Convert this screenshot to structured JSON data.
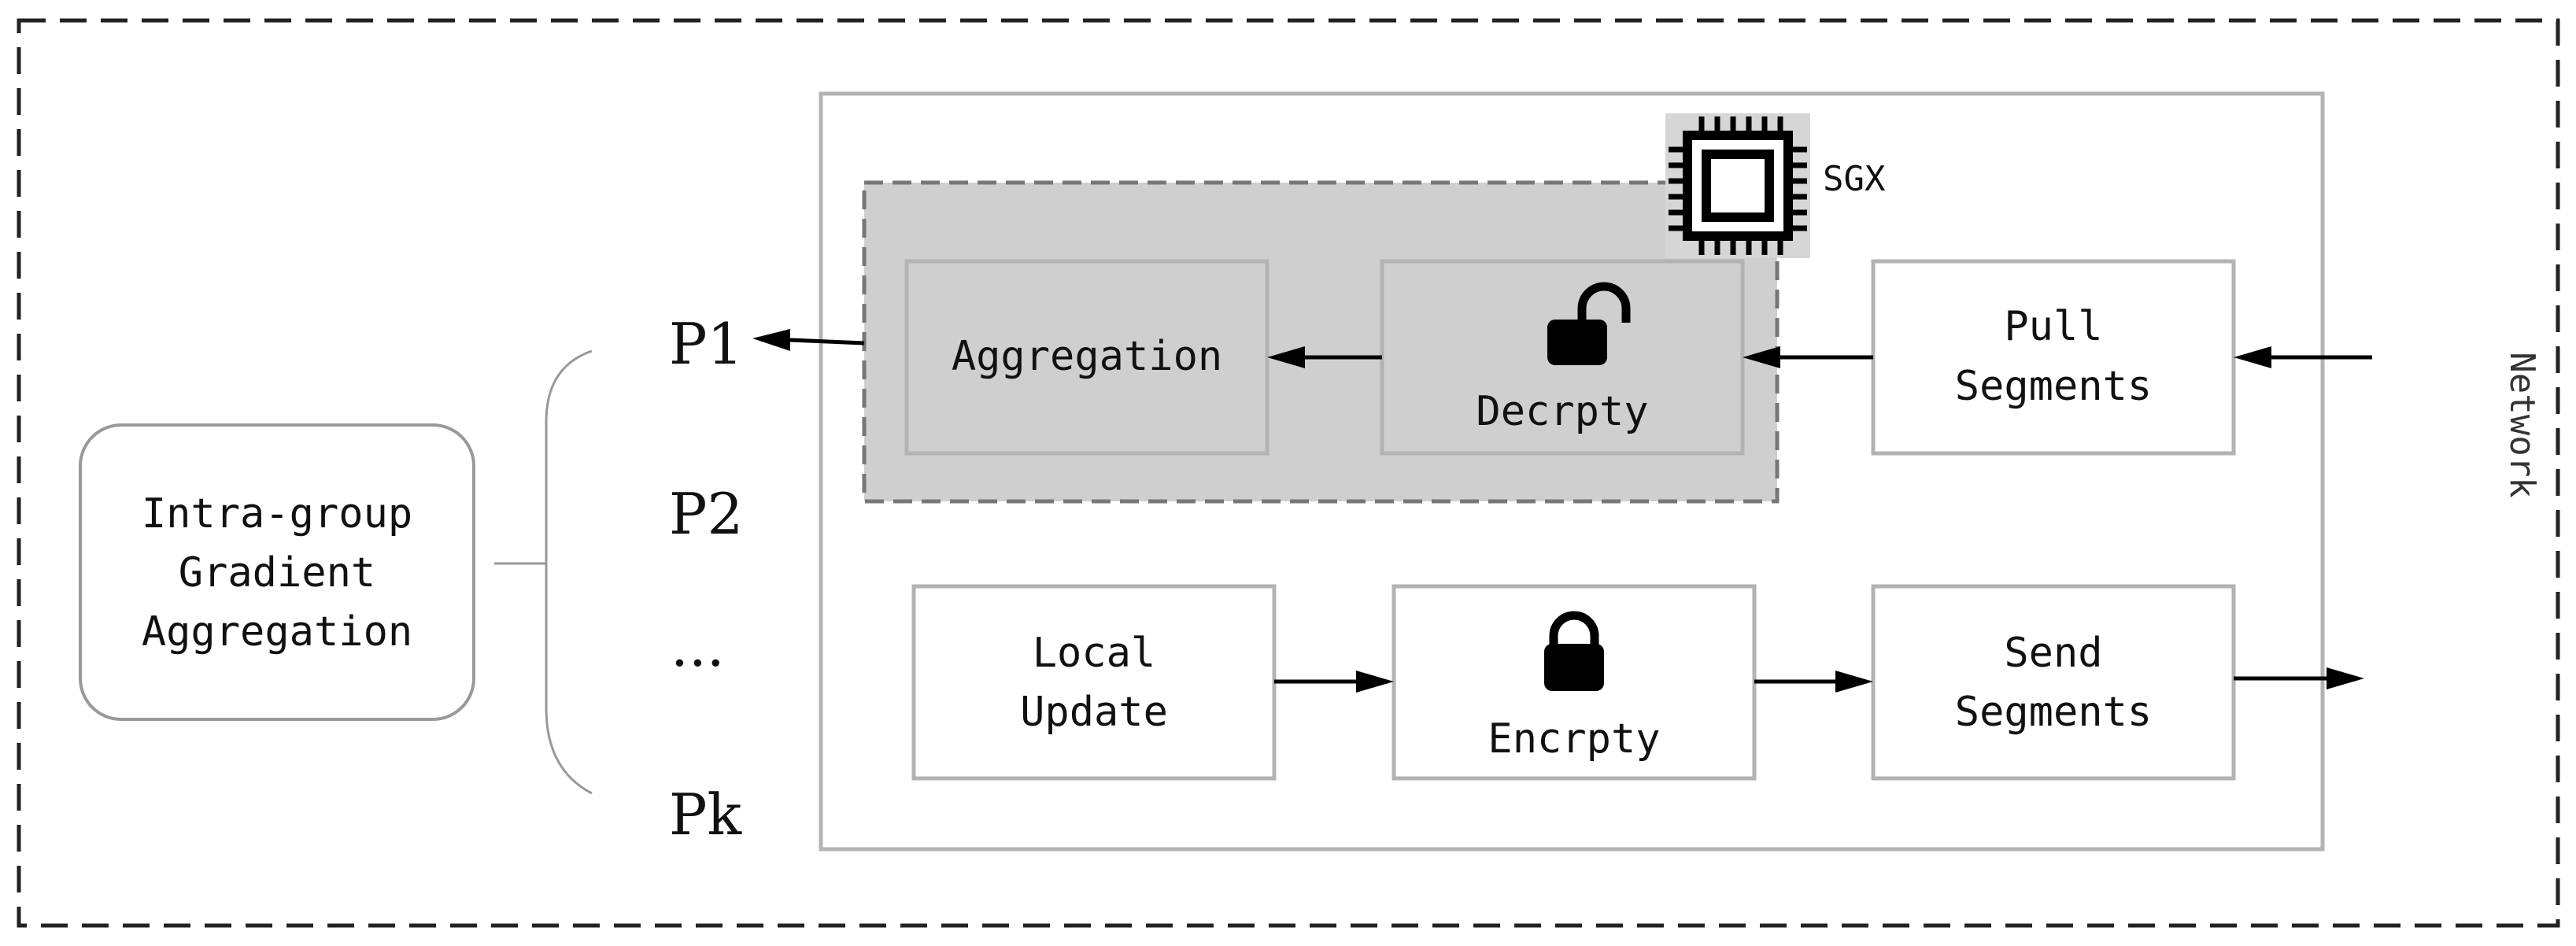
{
  "intra_group": {
    "lines": [
      "Intra-group",
      "Gradient",
      "Aggregation"
    ]
  },
  "participants": [
    "P1",
    "P2",
    "...",
    "Pk"
  ],
  "enclave": {
    "label": "SGX",
    "icon": "chip-icon"
  },
  "modules": {
    "aggregation": [
      "Aggregation"
    ],
    "decrypt": [
      "Decrpty"
    ],
    "pull": [
      "Pull",
      "Segments"
    ],
    "local_update": [
      "Local",
      "Update"
    ],
    "encrypt": [
      "Encrpty"
    ],
    "send": [
      "Send",
      "Segments"
    ]
  },
  "icons": {
    "decrypt": "unlocked-padlock-icon",
    "encrypt": "locked-padlock-icon"
  },
  "network": {
    "label": "Network"
  }
}
